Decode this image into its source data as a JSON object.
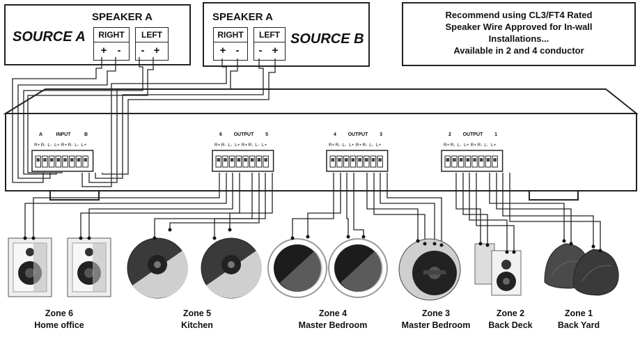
{
  "source_a": {
    "label": "SOURCE A",
    "speaker_title": "SPEAKER A",
    "right": "RIGHT",
    "left": "LEFT",
    "plus": "+",
    "minus": "-"
  },
  "source_b": {
    "label": "SOURCE B",
    "speaker_title": "SPEAKER A",
    "right": "RIGHT",
    "left": "LEFT",
    "plus": "+",
    "minus": "-"
  },
  "note": {
    "line1": "Recommend using CL3/FT4 Rated",
    "line2": "Speaker Wire Approved for In-wall",
    "line3": "Installations...",
    "line4": "Available in 2 and 4 conductor"
  },
  "terminals": [
    {
      "header_left": "A",
      "header_mid": "INPUT",
      "header_right": "B"
    },
    {
      "header_left": "6",
      "header_mid": "OUTPUT",
      "header_right": "5"
    },
    {
      "header_left": "4",
      "header_mid": "OUTPUT",
      "header_right": "3"
    },
    {
      "header_left": "2",
      "header_mid": "OUTPUT",
      "header_right": "1"
    }
  ],
  "pin_labels": [
    "R+",
    "R-",
    "L-",
    "L+",
    "R+",
    "R-",
    "L-",
    "L+"
  ],
  "zones": [
    {
      "name": "Zone 6",
      "room": "Home office"
    },
    {
      "name": "Zone 5",
      "room": "Kitchen"
    },
    {
      "name": "Zone 4",
      "room": "Master Bedroom"
    },
    {
      "name": "Zone 3",
      "room": "Master Bedroom"
    },
    {
      "name": "Zone 2",
      "room": "Back Deck"
    },
    {
      "name": "Zone 1",
      "room": "Back Yard"
    }
  ]
}
